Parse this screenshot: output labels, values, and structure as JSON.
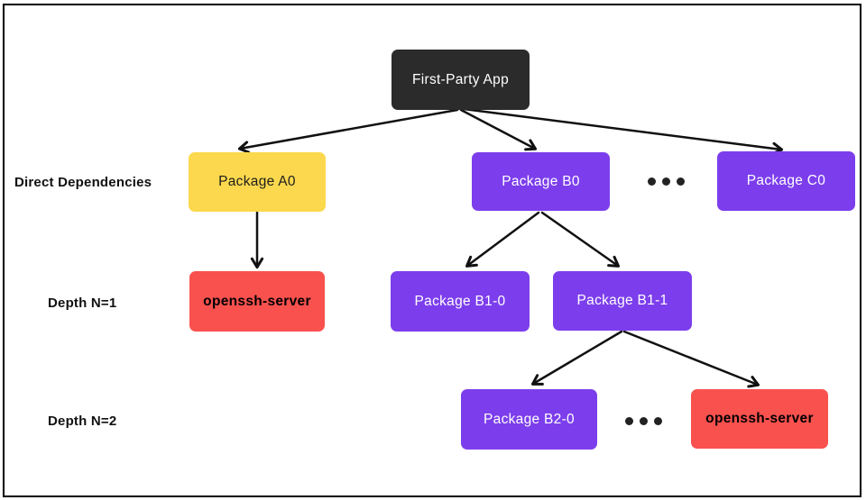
{
  "colors": {
    "root_bg": "#2b2b2b",
    "yellow_bg": "#fbd84d",
    "purple_bg": "#7c3eec",
    "red_bg": "#f9514e",
    "arrow": "#111111",
    "frame_border": "#000000",
    "text_light": "#ffffff",
    "text_dark": "#1d1d1d"
  },
  "diagram": {
    "root": {
      "label": "First-Party App"
    },
    "rows": [
      {
        "label": "Direct Dependencies"
      },
      {
        "label": "Depth N=1"
      },
      {
        "label": "Depth N=2"
      }
    ],
    "nodes": {
      "a0": "Package A0",
      "b0": "Package B0",
      "c0": "Package C0",
      "openssh_depth1": "openssh-server",
      "b1_0": "Package B1-0",
      "b1_1": "Package B1-1",
      "b2_0": "Package B2-0",
      "openssh_depth2": "openssh-server"
    },
    "edges": [
      {
        "from": "First-Party App",
        "to": "Package A0"
      },
      {
        "from": "First-Party App",
        "to": "Package B0"
      },
      {
        "from": "First-Party App",
        "to": "Package C0"
      },
      {
        "from": "Package A0",
        "to": "openssh-server (Depth N=1)"
      },
      {
        "from": "Package B0",
        "to": "Package B1-0"
      },
      {
        "from": "Package B0",
        "to": "Package B1-1"
      },
      {
        "from": "Package B1-1",
        "to": "Package B2-0"
      },
      {
        "from": "Package B1-1",
        "to": "openssh-server (Depth N=2)"
      }
    ]
  }
}
